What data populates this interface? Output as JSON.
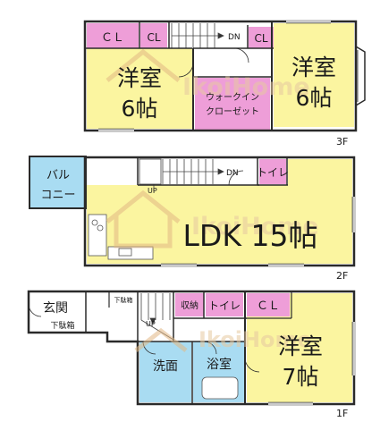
{
  "colors": {
    "room_yellow": "#fbf5a0",
    "closet_pink": "#ee9ed8",
    "balcony_blue": "#a9dcf2",
    "bath_blue": "#a9dcf2",
    "wall": "#2a2a2a",
    "watermark": "#e7c9a0",
    "watermark_teal": "#8cc6c4"
  },
  "floors": {
    "f3": {
      "label": "3F",
      "rooms": {
        "western_left": {
          "line1": "洋室",
          "line2": "6帖"
        },
        "western_right": {
          "line1": "洋室",
          "line2": "6帖"
        },
        "walkin_closet": {
          "line1": "ウォークイン",
          "line2": "クローゼット"
        },
        "cl_left": "ＣＬ",
        "cl_middle": "CL",
        "cl_right": "CL",
        "stairs_dn": "DN"
      }
    },
    "f2": {
      "label": "2F",
      "rooms": {
        "balcony": {
          "line1": "バル",
          "line2": "コニー"
        },
        "ldk": "LDK 15帖",
        "toilet": "トイレ",
        "stairs_dn": "DN",
        "stairs_up": "UP"
      }
    },
    "f1": {
      "label": "1F",
      "rooms": {
        "entrance": "玄関",
        "shoe_box_left": "下駄箱",
        "shoe_box_right": "下駄箱",
        "storage": "収納",
        "toilet": "トイレ",
        "cl": "ＣＬ",
        "washroom": "洗面",
        "bathroom": "浴室",
        "western": {
          "line1": "洋室",
          "line2": "7帖"
        },
        "stairs_up": "UP"
      }
    }
  },
  "watermark": {
    "text": "IkoiHome"
  }
}
